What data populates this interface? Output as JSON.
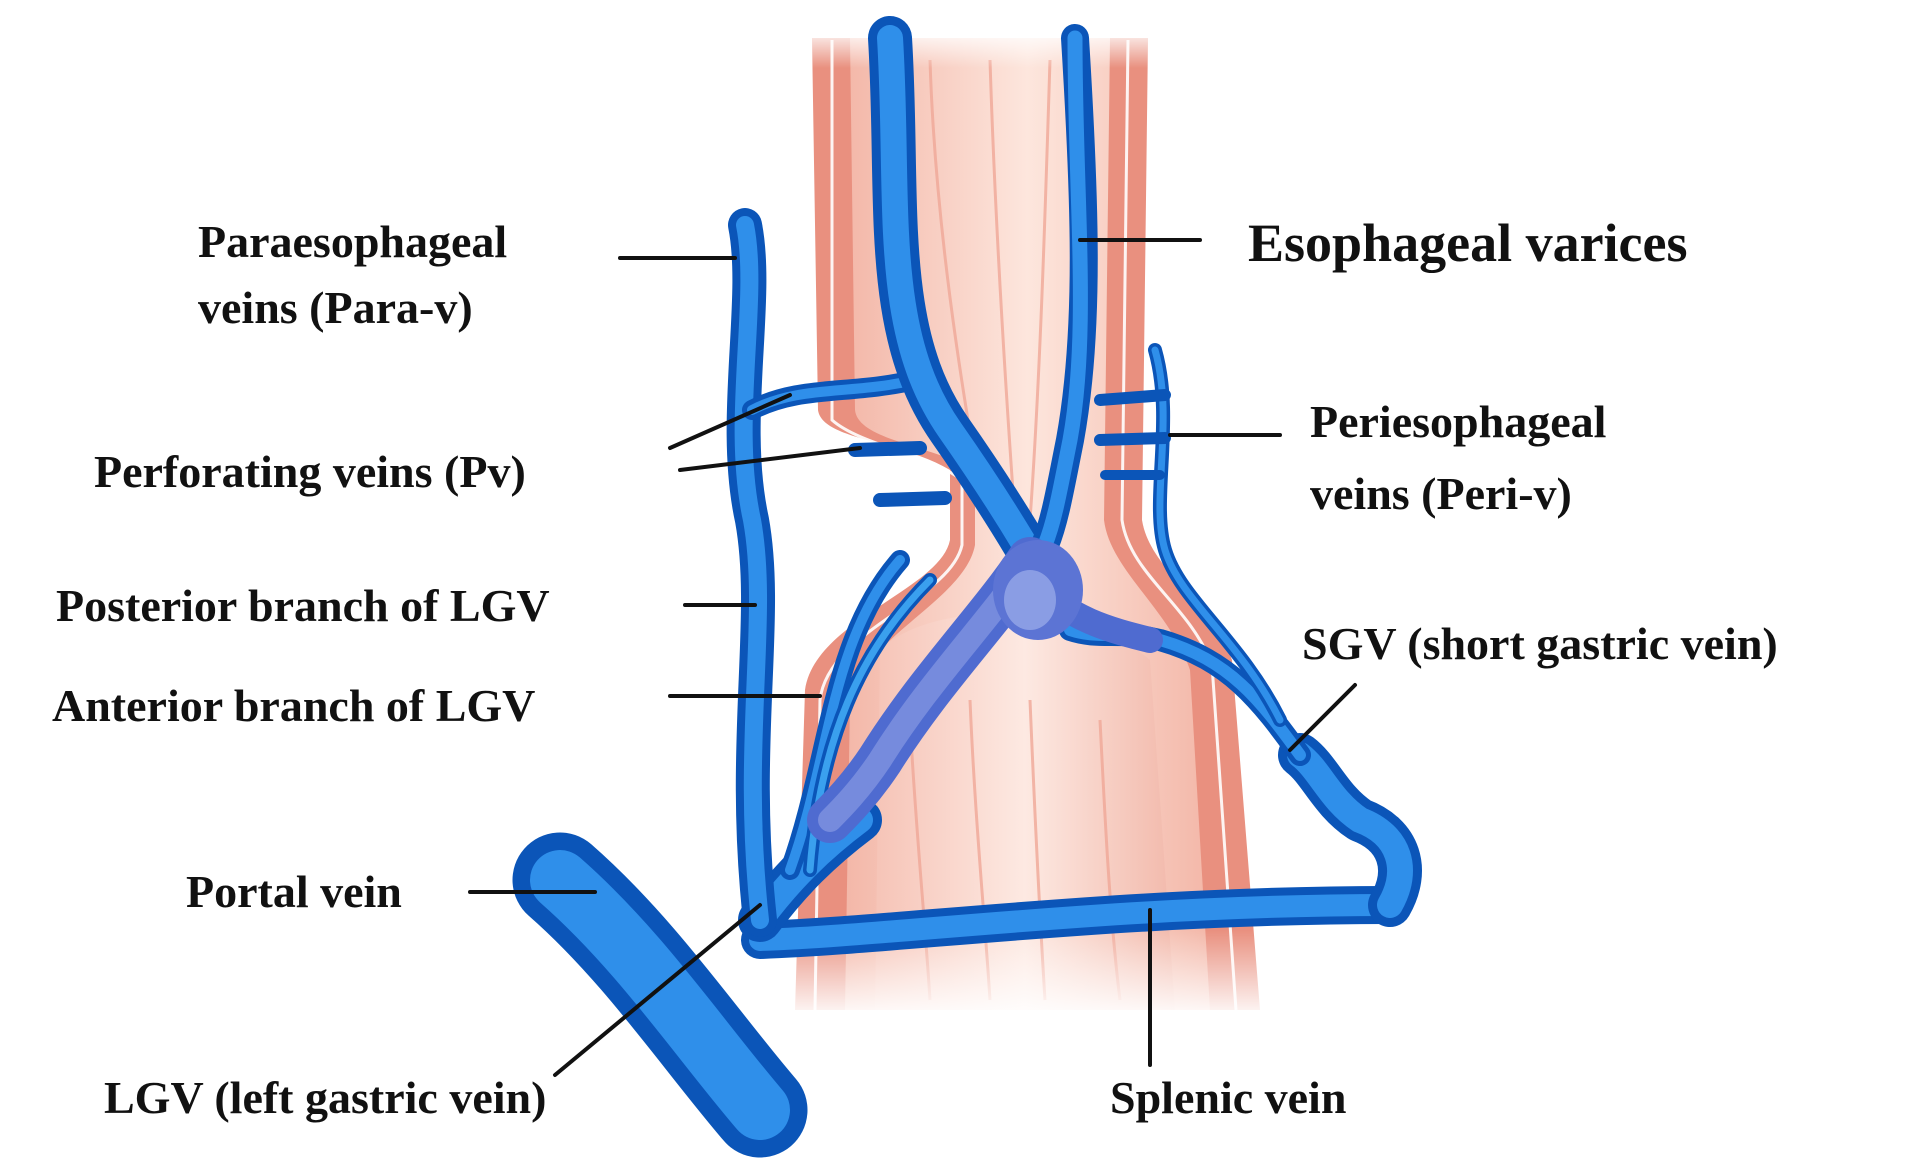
{
  "colors": {
    "vein_light": "#39a0ee",
    "vein_dark": "#0b55b8",
    "vein_core": "#1f7fe0",
    "varix_purple": "#6c7fd6",
    "tissue_light": "#fbe1d8",
    "tissue_mid": "#f6bcae",
    "wall_red": "#e9907f",
    "wall_stripe": "#ffffff",
    "text": "#111111"
  },
  "labels": {
    "paraesophageal_1": "Paraesophageal",
    "paraesophageal_2": "veins  (Para-v)",
    "esophageal_varices": "Esophageal varices",
    "perforating": "Perforating veins (Pv)",
    "periesophageal_1": "Periesophageal",
    "periesophageal_2": "veins  (Peri-v)",
    "posterior_lgv": "Posterior branch of LGV",
    "anterior_lgv": "Anterior branch of LGV",
    "sgv": "SGV (short gastric vein)",
    "portal": "Portal vein",
    "lgv": "LGV (left gastric vein)",
    "splenic": "Splenic vein"
  }
}
